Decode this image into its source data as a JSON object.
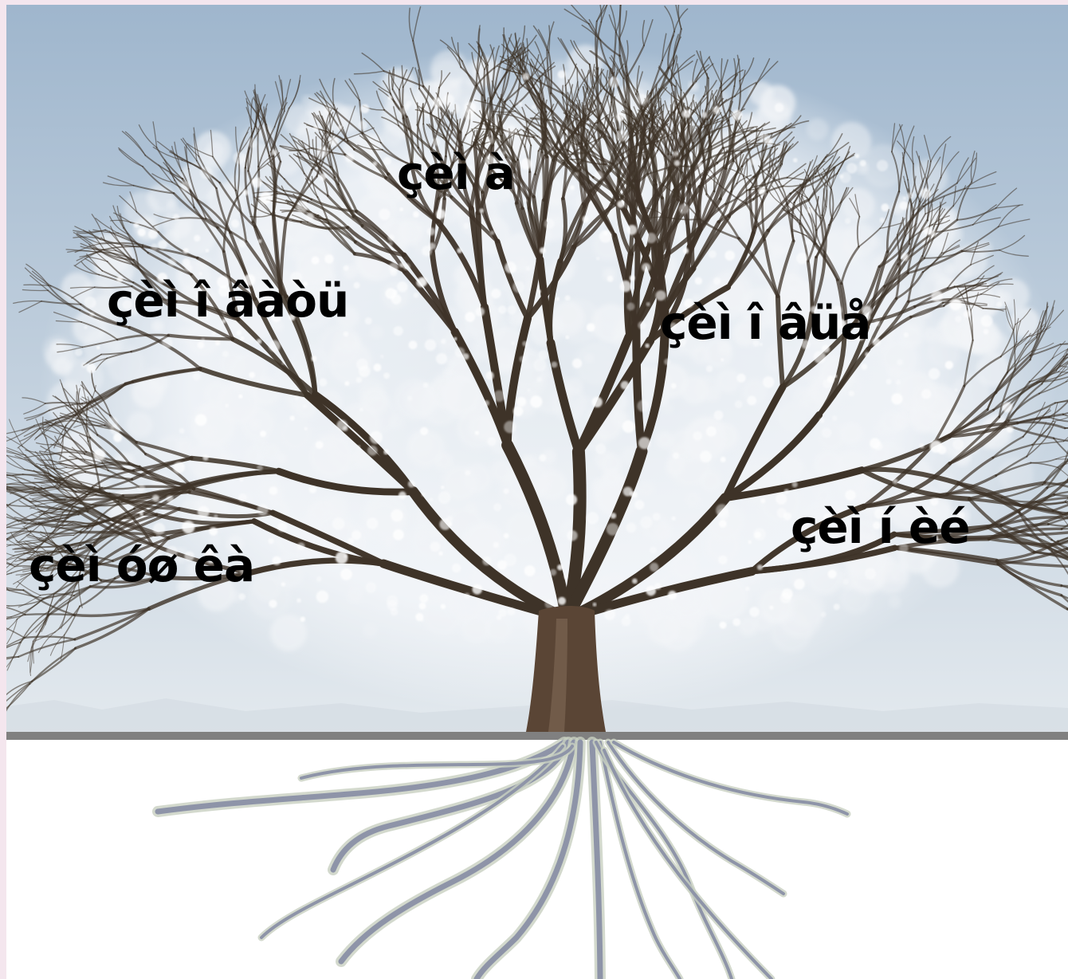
{
  "labels": {
    "top": "çèì à",
    "upper_left": "çèì î âàòü",
    "upper_right": "çèì î âüå",
    "lower_left": "çèì óø êà",
    "lower_right": "çèì í èé"
  },
  "colors": {
    "sky_top": "#9fb6cd",
    "sky_bottom": "#e3e9ee",
    "ground_line": "#808080",
    "trunk": "#5a4535",
    "branch": "#3e3328",
    "frost": "#f3f5f8",
    "root": "#8e94a8",
    "root_light": "#c8d0c0"
  },
  "icons": {
    "tree": "frosted-tree-icon",
    "roots": "tree-roots-icon"
  }
}
